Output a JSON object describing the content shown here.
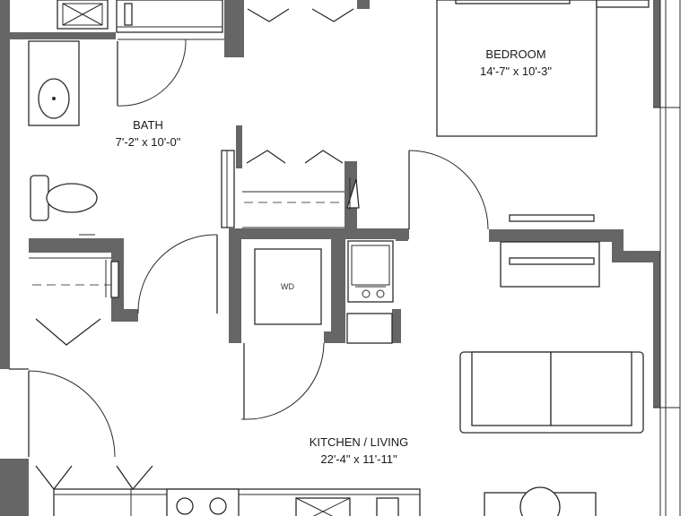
{
  "rooms": {
    "bedroom": {
      "name": "BEDROOM",
      "dims": "14'-7\" x 10'-3\""
    },
    "bath": {
      "name": "BATH",
      "dims": "7'-2\" x 10'-0\""
    },
    "kitchen_living": {
      "name": "KITCHEN / LIVING",
      "dims": "22'-4\" x 11'-11\""
    }
  },
  "fixtures": {
    "washer_dryer": {
      "label": "WD"
    }
  },
  "colors": {
    "wall": "#666666",
    "line": "#2b2b2b",
    "background": "#ffffff"
  }
}
